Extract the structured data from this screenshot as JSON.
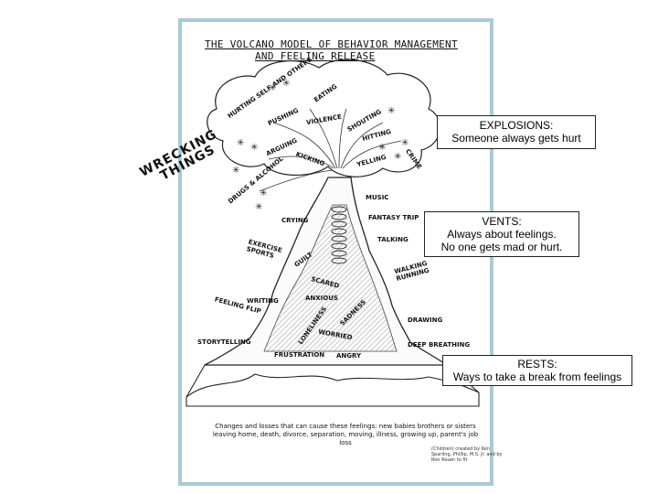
{
  "title_line1": "THE VOLCANO MODEL OF BEHAVIOR MANAGEMENT",
  "title_line2": "AND FEELING RELEASE",
  "side_word_1": "WRECKING",
  "side_word_2": "THINGS",
  "explosion_labels": [
    "HURTING SELF AND OTHERS",
    "PUSHING",
    "VIOLENCE",
    "EATING",
    "SHOUTING",
    "HITTING",
    "ARGUING",
    "KICKING",
    "YELLING",
    "CRIME",
    "DRUGS & ALCOHOL"
  ],
  "vent_labels": [
    "MUSIC",
    "CRYING",
    "FANTASY TRIP",
    "TALKING",
    "EXERCISE SPORTS",
    "WALKING RUNNING",
    "WRITING",
    "FEELING FLIP",
    "DRAWING",
    "STORYTELLING",
    "DEEP BREATHING"
  ],
  "inner_feelings": [
    "GUILT",
    "SCARED",
    "ANXIOUS",
    "SADNESS",
    "LONELINESS",
    "WORRIED",
    "FRUSTRATION",
    "ANGRY"
  ],
  "bottom_text": "Changes and losses that can cause these feelings: new babies brothers or sisters leaving home, death, divorce, separation, moving, illness, growing up, parent's job loss",
  "credit_text": "(Children) created by Ken Sparling, Phillip, M.S. Jr. and by Ron Rosen to fit",
  "callouts": {
    "explosions_title": "EXPLOSIONS:",
    "explosions_text": "Someone always gets hurt",
    "vents_title": "VENTS:",
    "vents_line1": "Always about feelings.",
    "vents_line2": "No one gets mad or hurt.",
    "rests_title": "RESTS:",
    "rests_text": "Ways to take a break from feelings"
  }
}
